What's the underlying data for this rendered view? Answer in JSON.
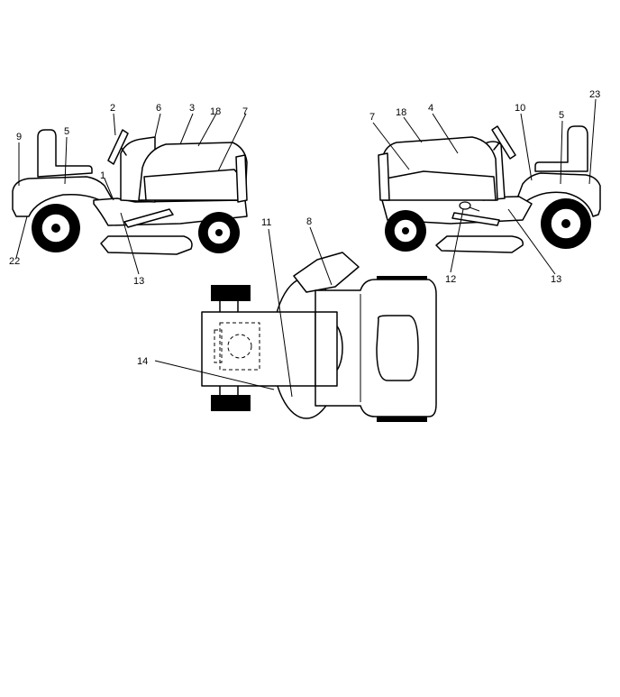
{
  "diagram": {
    "callouts": {
      "left_view": [
        "2",
        "6",
        "3",
        "18",
        "7",
        "9",
        "5",
        "1",
        "22",
        "13"
      ],
      "right_view": [
        "23",
        "10",
        "4",
        "7",
        "18",
        "5",
        "12",
        "13"
      ],
      "top_view": [
        "11",
        "8",
        "14"
      ]
    }
  }
}
